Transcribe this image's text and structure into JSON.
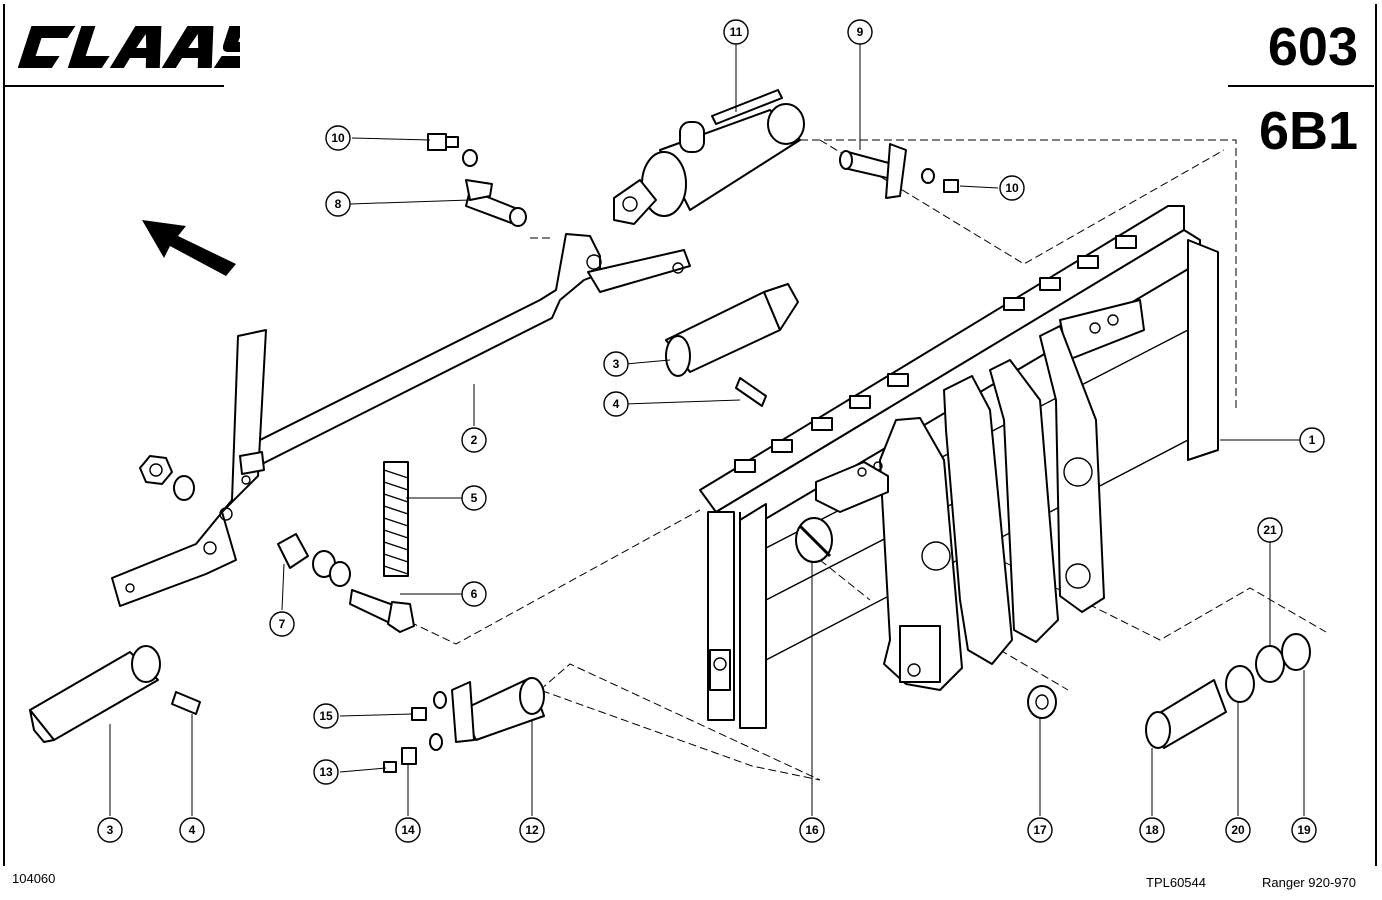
{
  "brand": "CLAAS",
  "page_code_primary": "603",
  "page_code_secondary": "6B1",
  "drawing_number": "104060",
  "reference": "TPL60544",
  "model_range": "Ranger 920-970",
  "callouts": [
    {
      "id": "c1",
      "label": "1"
    },
    {
      "id": "c2",
      "label": "2"
    },
    {
      "id": "c3a",
      "label": "3"
    },
    {
      "id": "c3b",
      "label": "3"
    },
    {
      "id": "c4a",
      "label": "4"
    },
    {
      "id": "c4b",
      "label": "4"
    },
    {
      "id": "c5",
      "label": "5"
    },
    {
      "id": "c6",
      "label": "6"
    },
    {
      "id": "c7",
      "label": "7"
    },
    {
      "id": "c8",
      "label": "8"
    },
    {
      "id": "c9",
      "label": "9"
    },
    {
      "id": "c10a",
      "label": "10"
    },
    {
      "id": "c10b",
      "label": "10"
    },
    {
      "id": "c11",
      "label": "11"
    },
    {
      "id": "c12",
      "label": "12"
    },
    {
      "id": "c13",
      "label": "13"
    },
    {
      "id": "c14",
      "label": "14"
    },
    {
      "id": "c15",
      "label": "15"
    },
    {
      "id": "c16",
      "label": "16"
    },
    {
      "id": "c17",
      "label": "17"
    },
    {
      "id": "c18",
      "label": "18"
    },
    {
      "id": "c19",
      "label": "19"
    },
    {
      "id": "c20",
      "label": "20"
    },
    {
      "id": "c21",
      "label": "21"
    }
  ]
}
